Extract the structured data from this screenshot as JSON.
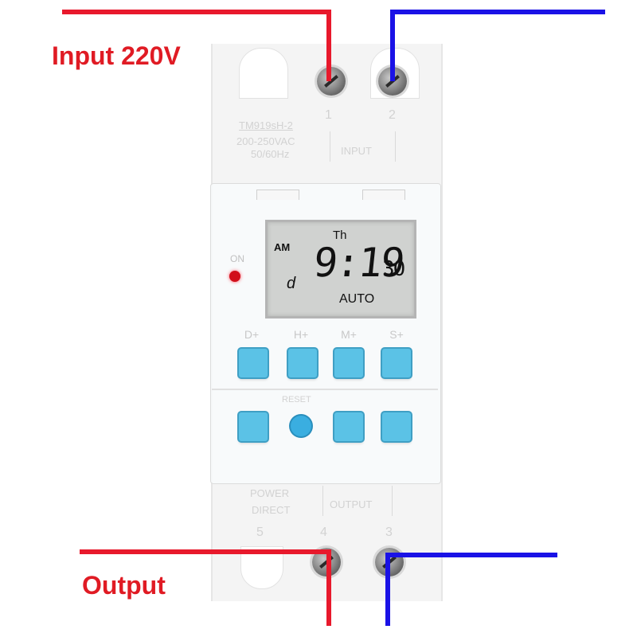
{
  "callouts": {
    "input": "Input 220V",
    "output": "Output"
  },
  "device": {
    "model": "TM919sH-2",
    "voltage": "200-250VAC",
    "frequency": "50/60Hz",
    "input_label": "INPUT",
    "output_label": "OUTPUT",
    "power_label": "POWER",
    "direct_label": "DIRECT",
    "on_label": "ON",
    "terminal_labels": [
      "1",
      "2",
      "5",
      "4",
      "3"
    ]
  },
  "lcd": {
    "day": "Th",
    "ampm": "AM",
    "time": "9:19",
    "seconds": "30",
    "program": "d",
    "mode": "AUTO"
  },
  "buttons": {
    "top_labels": [
      "D+",
      "H+",
      "M+",
      "S+"
    ],
    "bottom_labels": [
      "RESET"
    ]
  },
  "colors": {
    "live_wire": "#e8192c",
    "neutral_wire": "#1a12e6",
    "button": "#5bc2e6",
    "on_led": "#d10f1a"
  }
}
